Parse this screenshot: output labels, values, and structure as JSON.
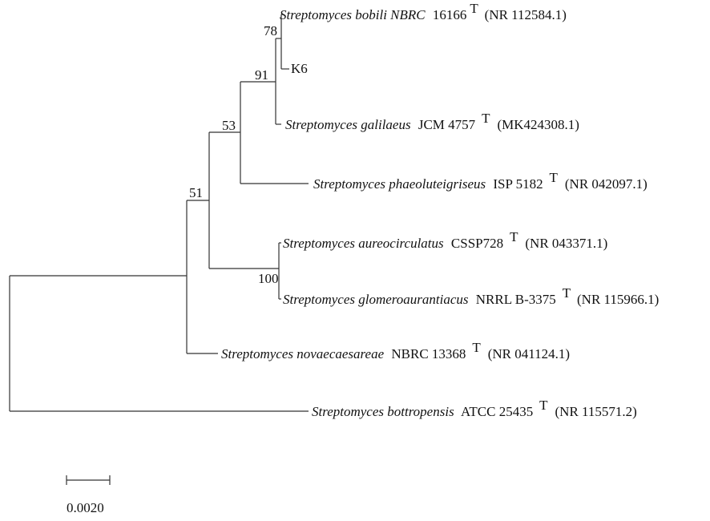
{
  "taxa": [
    {
      "italic": "Streptomyces bobili NBRC",
      "strain": "16166",
      "sup": "T",
      "accession": "(NR 112584.1)"
    },
    {
      "italic": "",
      "strain": "K6",
      "sup": "",
      "accession": ""
    },
    {
      "italic": "Streptomyces galilaeus",
      "strain": "JCM 4757",
      "sup": "T",
      "accession": "(MK424308.1)"
    },
    {
      "italic": "Streptomyces phaeoluteigriseus",
      "strain": "ISP 5182",
      "sup": "T",
      "accession": "(NR 042097.1)"
    },
    {
      "italic": "Streptomyces aureocirculatus",
      "strain": "CSSP728",
      "sup": "T",
      "accession": "(NR 043371.1)"
    },
    {
      "italic": "Streptomyces glomeroaurantiacus",
      "strain": "NRRL B-3375",
      "sup": "T",
      "accession": "(NR 115966.1)"
    },
    {
      "italic": "Streptomyces novaecaesareae",
      "strain": "NBRC 13368",
      "sup": "T",
      "accession": "(NR 041124.1)"
    },
    {
      "italic": "Streptomyces bottropensis",
      "strain": "ATCC 25435",
      "sup": "T",
      "accession": "(NR 115571.2)"
    }
  ],
  "bootstrap": {
    "n78": "78",
    "n91": "91",
    "n53": "53",
    "n51": "51",
    "n100": "100"
  },
  "scale_bar": {
    "label": "0.0020"
  },
  "colors": {
    "line": "#333333",
    "text": "#111111"
  }
}
